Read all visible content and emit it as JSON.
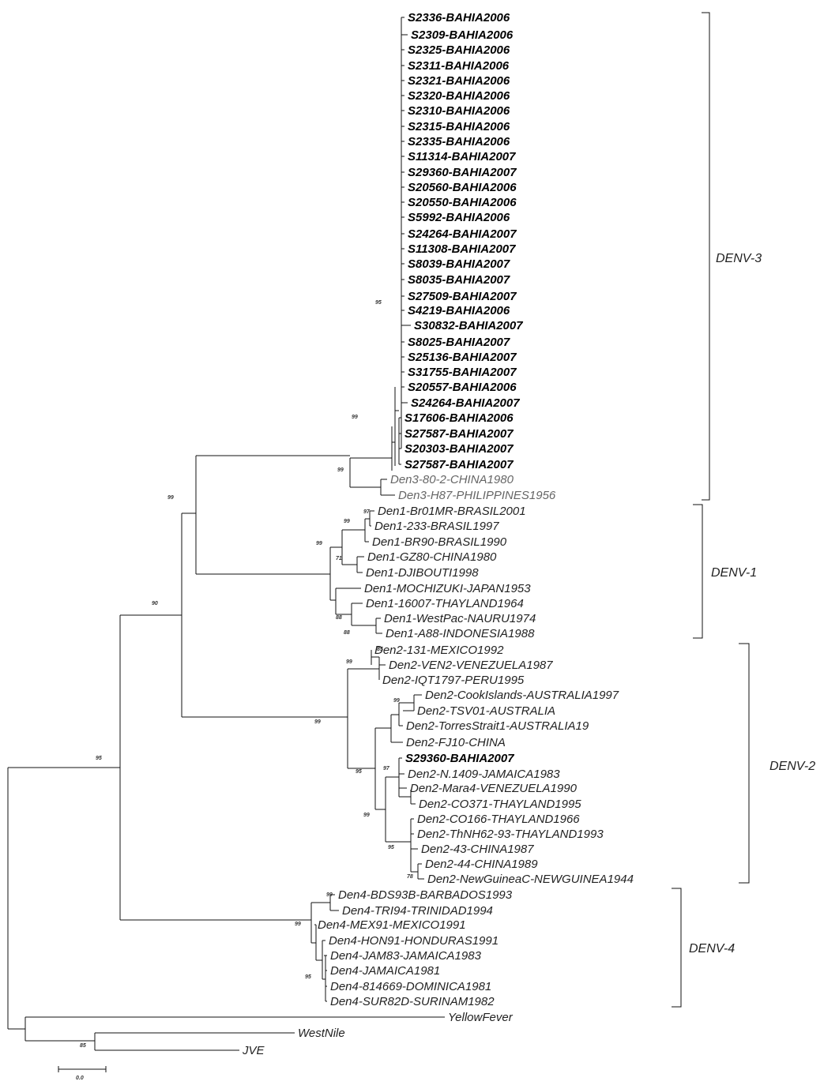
{
  "leaves": [
    {
      "label": "S2336-BAHIA2006",
      "bold": true
    },
    {
      "label": "S2309-BAHIA2006",
      "bold": true
    },
    {
      "label": "S2325-BAHIA2006",
      "bold": true
    },
    {
      "label": "S2311-BAHIA2006",
      "bold": true
    },
    {
      "label": "S2321-BAHIA2006",
      "bold": true
    },
    {
      "label": "S2320-BAHIA2006",
      "bold": true
    },
    {
      "label": "S2310-BAHIA2006",
      "bold": true
    },
    {
      "label": "S2315-BAHIA2006",
      "bold": true
    },
    {
      "label": "S2335-BAHIA2006",
      "bold": true
    },
    {
      "label": "S11314-BAHIA2007",
      "bold": true
    },
    {
      "label": "S29360-BAHIA2007",
      "bold": true
    },
    {
      "label": "S20560-BAHIA2006",
      "bold": true
    },
    {
      "label": "S20550-BAHIA2006",
      "bold": true
    },
    {
      "label": "S5992-BAHIA2006",
      "bold": true
    },
    {
      "label": "S24264-BAHIA2007",
      "bold": true
    },
    {
      "label": "S11308-BAHIA2007",
      "bold": true
    },
    {
      "label": "S8039-BAHIA2007",
      "bold": true
    },
    {
      "label": "S8035-BAHIA2007",
      "bold": true
    },
    {
      "label": "S27509-BAHIA2007",
      "bold": true
    },
    {
      "label": "S4219-BAHIA2006",
      "bold": true
    },
    {
      "label": "S30832-BAHIA2007",
      "bold": true
    },
    {
      "label": "S8025-BAHIA2007",
      "bold": true
    },
    {
      "label": "S25136-BAHIA2007",
      "bold": true
    },
    {
      "label": "S31755-BAHIA2007",
      "bold": true
    },
    {
      "label": "S20557-BAHIA2006",
      "bold": true
    },
    {
      "label": "S24264-BAHIA2007",
      "bold": true
    },
    {
      "label": "S17606-BAHIA2006",
      "bold": true
    },
    {
      "label": "S27587-BAHIA2007",
      "bold": true
    },
    {
      "label": "S20303-BAHIA2007",
      "bold": true
    },
    {
      "label": "S27587-BAHIA2007",
      "bold": true
    },
    {
      "label": "Den3-80-2-CHINA1980",
      "bold": false
    },
    {
      "label": "Den3-H87-PHILIPPINES1956",
      "bold": false
    },
    {
      "label": "Den1-Br01MR-BRASIL2001",
      "bold": false
    },
    {
      "label": "Den1-233-BRASIL1997",
      "bold": false
    },
    {
      "label": "Den1-BR90-BRASIL1990",
      "bold": false
    },
    {
      "label": "Den1-GZ80-CHINA1980",
      "bold": false
    },
    {
      "label": "Den1-DJIBOUTI1998",
      "bold": false
    },
    {
      "label": "Den1-MOCHIZUKI-JAPAN1953",
      "bold": false
    },
    {
      "label": "Den1-16007-THAYLAND1964",
      "bold": false
    },
    {
      "label": "Den1-WestPac-NAURU1974",
      "bold": false
    },
    {
      "label": "Den1-A88-INDONESIA1988",
      "bold": false
    },
    {
      "label": "Den2-131-MEXICO1992",
      "bold": false
    },
    {
      "label": "Den2-VEN2-VENEZUELA1987",
      "bold": false
    },
    {
      "label": "Den2-IQT1797-PERU1995",
      "bold": false
    },
    {
      "label": "Den2-CookIslands-AUSTRALIA1997",
      "bold": false
    },
    {
      "label": "Den2-TSV01-AUSTRALIA",
      "bold": false
    },
    {
      "label": "Den2-TorresStrait1-AUSTRALIA19",
      "bold": false
    },
    {
      "label": "Den2-FJ10-CHINA",
      "bold": false
    },
    {
      "label": "S29360-BAHIA2007",
      "bold": true
    },
    {
      "label": "Den2-N.1409-JAMAICA1983",
      "bold": false
    },
    {
      "label": "Den2-Mara4-VENEZUELA1990",
      "bold": false
    },
    {
      "label": "Den2-CO371-THAYLAND1995",
      "bold": false
    },
    {
      "label": "Den2-CO166-THAYLAND1966",
      "bold": false
    },
    {
      "label": "Den2-ThNH62-93-THAYLAND1993",
      "bold": false
    },
    {
      "label": "Den2-43-CHINA1987",
      "bold": false
    },
    {
      "label": "Den2-44-CHINA1989",
      "bold": false
    },
    {
      "label": "Den2-NewGuineaC-NEWGUINEA1944",
      "bold": false
    },
    {
      "label": "Den4-BDS93B-BARBADOS1993",
      "bold": false
    },
    {
      "label": "Den4-TRI94-TRINIDAD1994",
      "bold": false
    },
    {
      "label": "Den4-MEX91-MEXICO1991",
      "bold": false
    },
    {
      "label": "Den4-HON91-HONDURAS1991",
      "bold": false
    },
    {
      "label": "Den4-JAM83-JAMAICA1983",
      "bold": false
    },
    {
      "label": "Den4-JAMAICA1981",
      "bold": false
    },
    {
      "label": "Den4-814669-DOMINICA1981",
      "bold": false
    },
    {
      "label": "Den4-SUR82D-SURINAM1982",
      "bold": false
    },
    {
      "label": "YellowFever",
      "bold": false
    },
    {
      "label": "WestNile",
      "bold": false
    },
    {
      "label": "JVE",
      "bold": false
    }
  ],
  "clades": [
    {
      "label": "DENV-3"
    },
    {
      "label": "DENV-1"
    },
    {
      "label": "DENV-2"
    },
    {
      "label": "DENV-4"
    }
  ],
  "bootstrap": [
    "99",
    "99",
    "99",
    "95",
    "90",
    "99",
    "97",
    "99",
    "71",
    "88",
    "88",
    "85",
    "99",
    "99",
    "99",
    "97",
    "95",
    "99",
    "95",
    "78",
    "99",
    "99",
    "95",
    "85",
    "95"
  ],
  "scale_label": "0.0"
}
